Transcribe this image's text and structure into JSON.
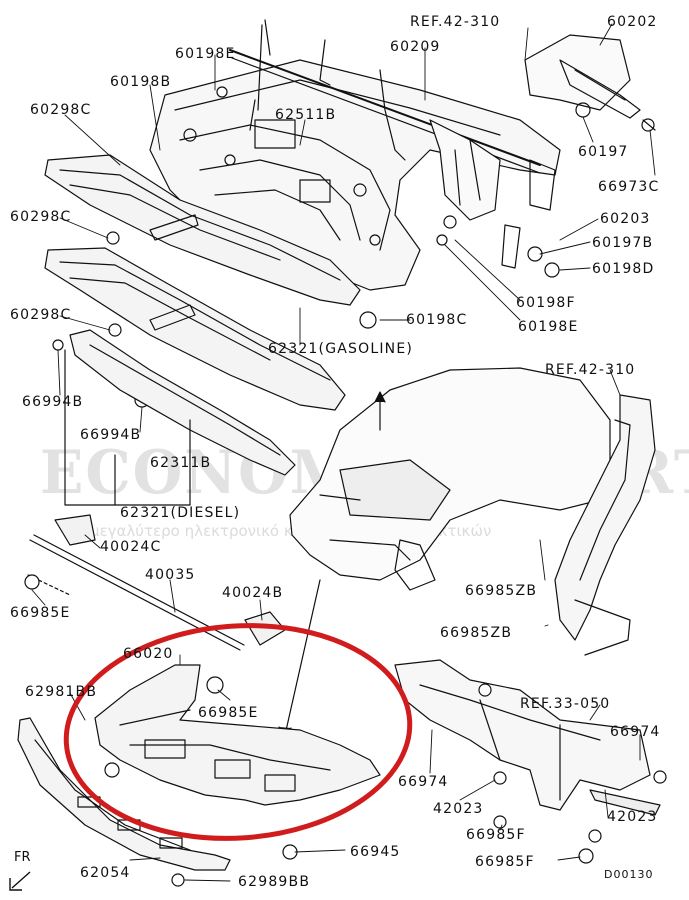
{
  "watermark": {
    "brand": "ECONOMYCARPARTS.GR",
    "tagline": "μεγαλύτερο ηλεκτρονικό κατάστημα ανταλλακτικών"
  },
  "direction_marker": "FR",
  "diagram_code": "D00130",
  "highlight_color": "#d01c1c",
  "labels": {
    "ref_42_310_top": "REF.42-310",
    "p60202": "60202",
    "p60209": "60209",
    "p60198E_top": "60198E",
    "p60198B": "60198B",
    "p62511B": "62511B",
    "p60298C_1": "60298C",
    "p60197": "60197",
    "p66973C": "66973C",
    "p60298C_2": "60298C",
    "p60203": "60203",
    "p60197B": "60197B",
    "p60198D": "60198D",
    "p60198F": "60198F",
    "p60298C_3": "60298C",
    "p60198C": "60198C",
    "p60198E_right": "60198E",
    "p62321_gas": "62321(GASOLINE)",
    "ref_42_310_mid": "REF.42-310",
    "p66994B_1": "66994B",
    "p66994B_2": "66994B",
    "p62311B": "62311B",
    "p62321_dsl": "62321(DIESEL)",
    "p40024C": "40024C",
    "p66985ZB_1": "66985ZB",
    "p40035": "40035",
    "p66985E_left": "66985E",
    "p40024B": "40024B",
    "p66985ZB_2": "66985ZB",
    "p66020": "66020",
    "p62981BB": "62981BB",
    "p66985E_mid": "66985E",
    "ref_33_050": "REF.33-050",
    "p66974_right": "66974",
    "p66974_mid": "66974",
    "p42023_1": "42023",
    "p66985F_1": "66985F",
    "p42023_2": "42023",
    "p66945": "66945",
    "p66985F_2": "66985F",
    "p62054": "62054",
    "p62989BB": "62989BB"
  }
}
